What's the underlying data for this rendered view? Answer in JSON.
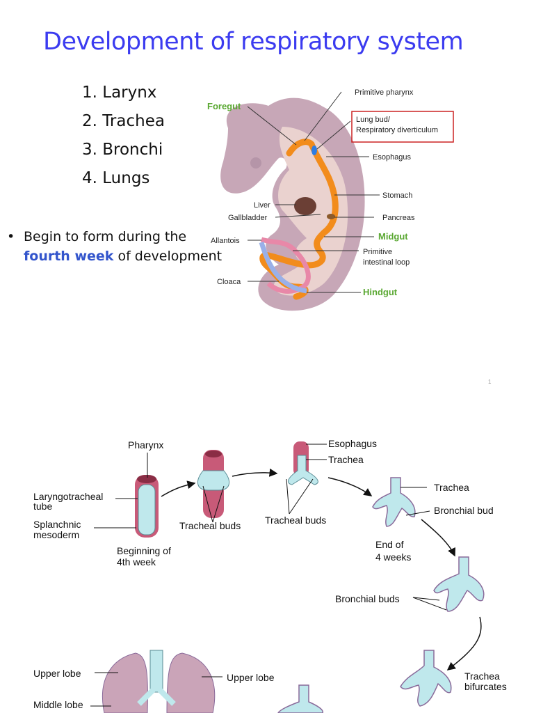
{
  "slide1": {
    "title": "Development of respiratory system",
    "list": [
      "1. Larynx",
      "2. Trachea",
      "3. Bronchi",
      "4. Lungs"
    ],
    "bullet_prefix": "Begin to form during the",
    "bullet_highlight": "fourth week",
    "bullet_suffix": " of development",
    "page_number": "1",
    "embryo_labels": {
      "foregut": "Foregut",
      "primitive_pharynx": "Primitive pharynx",
      "lung_bud_1": "Lung bud/",
      "lung_bud_2": "Respiratory diverticulum",
      "esophagus": "Esophagus",
      "stomach": "Stomach",
      "liver": "Liver",
      "gallbladder": "Gallbladder",
      "pancreas": "Pancreas",
      "allantois": "Allantois",
      "midgut": "Midgut",
      "primitive_intestinal_1": "Primitive",
      "primitive_intestinal_2": "intestinal loop",
      "cloaca": "Cloaca",
      "hindgut": "Hindgut"
    },
    "colors": {
      "title": "#3b3bf0",
      "highlight": "#3355cc",
      "green_label": "#5aa832",
      "gut": "#f28c1c",
      "callout": "#cc2222"
    }
  },
  "slide2": {
    "labels": {
      "pharynx": "Pharynx",
      "laryngotracheal_1": "Laryngotracheal",
      "laryngotracheal_2": "tube",
      "splanchnic_1": "Splanchnic",
      "splanchnic_2": "mesoderm",
      "beginning_1": "Beginning of",
      "beginning_2": "4th week",
      "tracheal_buds_a": "Tracheal buds",
      "tracheal_buds_b": "Tracheal buds",
      "esophagus": "Esophagus",
      "trachea_a": "Trachea",
      "trachea_b": "Trachea",
      "bronchial_bud": "Bronchial bud",
      "end_1": "End of",
      "end_2": "4 weeks",
      "bronchial_buds": "Bronchial buds",
      "trachea_bifurcates_1": "Trachea",
      "trachea_bifurcates_2": "bifurcates",
      "upper_lobe_left": "Upper lobe",
      "upper_lobe_right": "Upper lobe",
      "middle_lobe": "Middle lobe"
    }
  }
}
